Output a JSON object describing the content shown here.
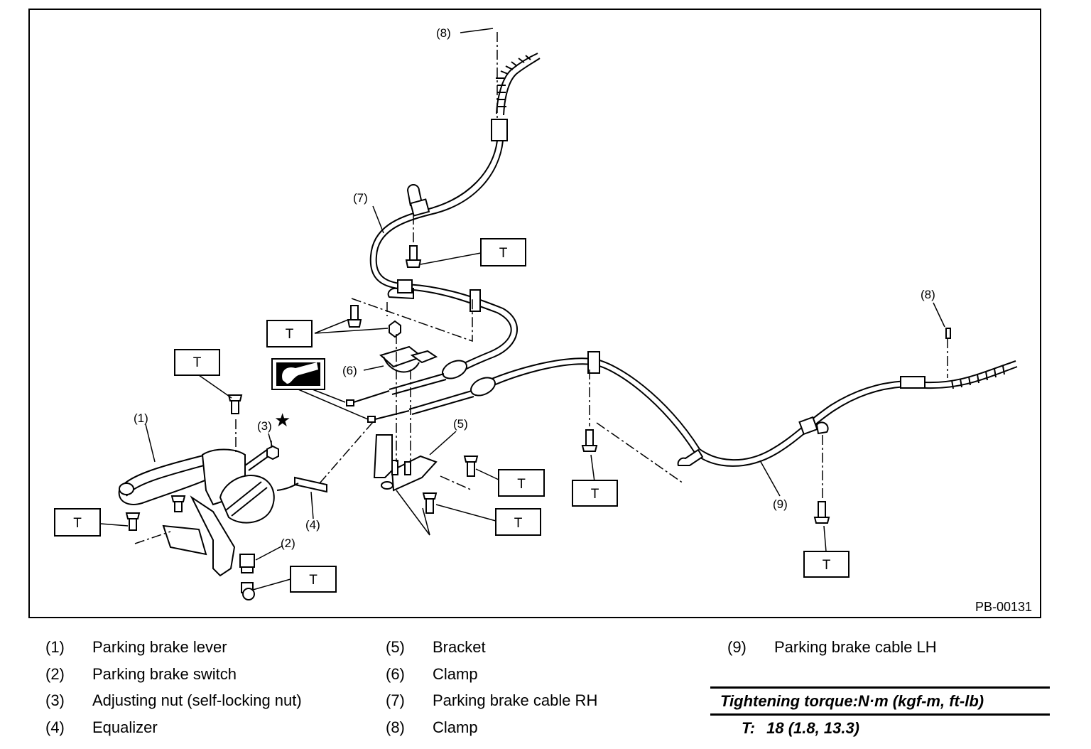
{
  "figure": {
    "code": "PB-00131",
    "callouts": [
      "(1)",
      "(2)",
      "(3)",
      "(4)",
      "(5)",
      "(6)",
      "(7)",
      "(8)",
      "(9)"
    ],
    "torque_mark": "T",
    "star_mark": "★"
  },
  "legend": [
    {
      "num": "(1)",
      "text": "Parking brake lever"
    },
    {
      "num": "(2)",
      "text": "Parking brake switch"
    },
    {
      "num": "(3)",
      "text": "Adjusting nut (self-locking nut)"
    },
    {
      "num": "(4)",
      "text": "Equalizer"
    },
    {
      "num": "(5)",
      "text": "Bracket"
    },
    {
      "num": "(6)",
      "text": "Clamp"
    },
    {
      "num": "(7)",
      "text": "Parking brake cable RH"
    },
    {
      "num": "(8)",
      "text": "Clamp"
    },
    {
      "num": "(9)",
      "text": "Parking brake cable LH"
    }
  ],
  "torque": {
    "heading": "Tightening torque:N·m (kgf-m, ft-lb)",
    "symbol": "T:",
    "value": "18 (1.8, 13.3)"
  }
}
